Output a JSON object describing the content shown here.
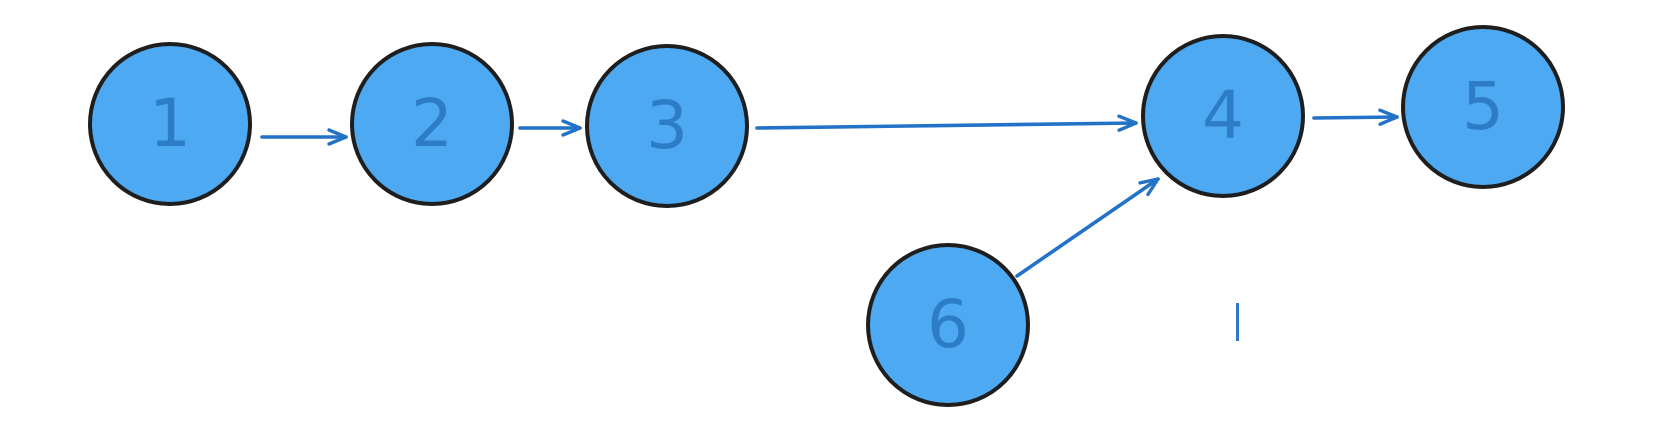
{
  "canvas": {
    "background": "#ffffff"
  },
  "diagram": {
    "type": "directed-graph",
    "nodes": [
      {
        "id": "1",
        "label": "1"
      },
      {
        "id": "2",
        "label": "2"
      },
      {
        "id": "3",
        "label": "3"
      },
      {
        "id": "4",
        "label": "4"
      },
      {
        "id": "5",
        "label": "5"
      },
      {
        "id": "6",
        "label": "6"
      }
    ],
    "edges": [
      {
        "from": "1",
        "to": "2"
      },
      {
        "from": "2",
        "to": "3"
      },
      {
        "from": "3",
        "to": "4"
      },
      {
        "from": "4",
        "to": "5"
      },
      {
        "from": "6",
        "to": "4"
      }
    ],
    "colors": {
      "node_fill": "#4da9f1",
      "node_stroke": "#1e1e1e",
      "node_label": "#2d7dc6",
      "arrow": "#2273c8",
      "caret": "#2e78c8"
    }
  }
}
